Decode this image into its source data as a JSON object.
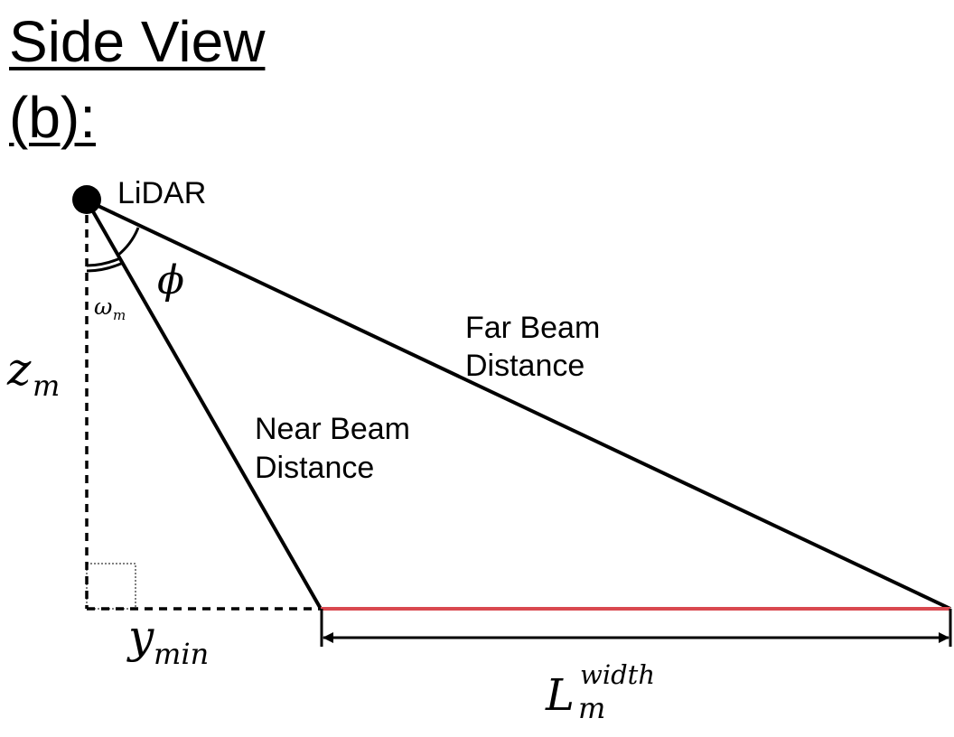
{
  "title": {
    "line1": "Side View",
    "line2": "(b):"
  },
  "labels": {
    "lidar": "LiDAR",
    "far_beam_line1": "Far Beam",
    "far_beam_line2": "Distance",
    "near_beam_line1": "Near Beam",
    "near_beam_line2": "Distance"
  },
  "math_labels": {
    "phi": "ϕ",
    "omega": "ω",
    "omega_sub": "m",
    "z": "z",
    "z_sub": "m",
    "y": "y",
    "y_sub": "min",
    "L": "L",
    "L_sub": "m",
    "L_sup": "width"
  },
  "colors": {
    "line": "#000000",
    "width_segment": "#d9484f"
  }
}
